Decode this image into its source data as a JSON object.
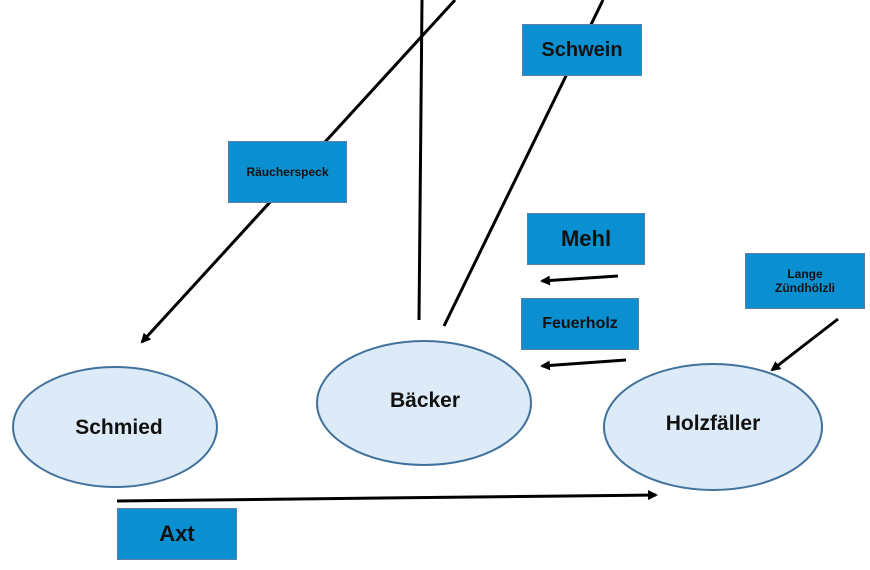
{
  "nodes": {
    "schmied": "Schmied",
    "baecker": "Bäcker",
    "holzfaeller": "Holzfäller"
  },
  "labels": {
    "schwein": "Schwein",
    "raeucherspeck": "Räucherspeck",
    "mehl": "Mehl",
    "feuerholz": "Feuerholz",
    "lange_zuendhoelzli": "Lange Zündhölzli",
    "axt": "Axt"
  },
  "colors": {
    "box_fill": "#0a8fd0",
    "ellipse_fill": "#dcebf7",
    "ellipse_stroke": "#41719c",
    "line": "#000000"
  }
}
